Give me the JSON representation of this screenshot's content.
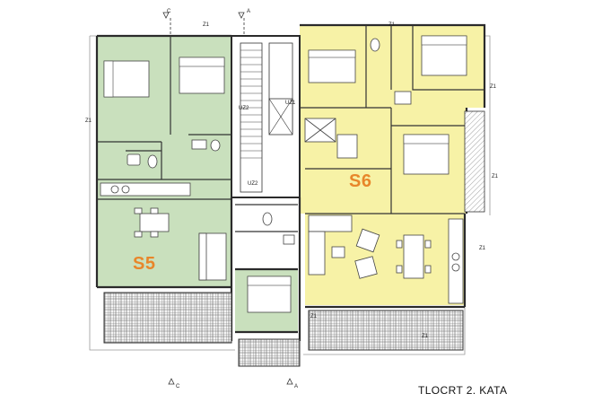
{
  "plan": {
    "title": "TLOCRT 2. KATA",
    "units": [
      {
        "id": "S5",
        "label": "S5",
        "fill": "#c9e0bd"
      },
      {
        "id": "S6",
        "label": "S6",
        "fill": "#f7f2a6"
      }
    ],
    "section_marks": [
      "C",
      "A",
      "C",
      "A"
    ],
    "grid_marks": [
      "Z1",
      "Z1",
      "Z1",
      "Z1",
      "Z1",
      "Z1",
      "Z1",
      "Z1",
      "UZ1",
      "UZ2",
      "UZ2"
    ]
  },
  "colors": {
    "wall": "#2b2b2b",
    "s5_fill": "#c9e0bd",
    "s6_fill": "#f7f2a6",
    "terrace_hatch": "#555555",
    "accent": "#e8862a"
  }
}
